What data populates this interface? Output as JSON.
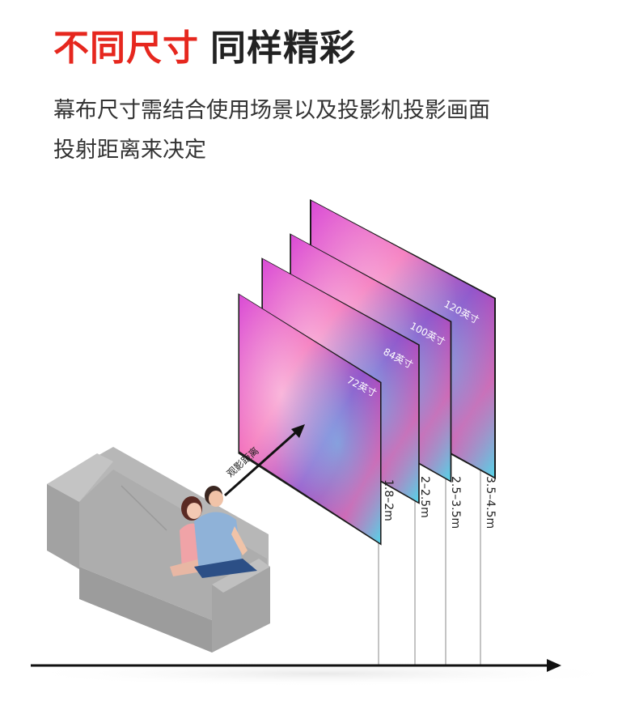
{
  "title": {
    "highlight": "不同尺寸",
    "rest": "同样精彩"
  },
  "subtitle": {
    "line1": "幕布尺寸需结合使用场景以及投影机投影画面",
    "line2": "投射距离来决定"
  },
  "colors": {
    "accent_red": "#e6271e",
    "text_dark": "#222222",
    "screen_pink": "#e24fb8",
    "screen_purple": "#7a3fb0",
    "screen_cyan": "#4fd6e6",
    "sofa_gray": "#a9a9a9"
  },
  "screens": [
    {
      "size_label": "120英寸",
      "distance_label": "3.5–4.5m"
    },
    {
      "size_label": "100英寸",
      "distance_label": "2.5–3.5m"
    },
    {
      "size_label": "84英寸",
      "distance_label": "2–2.5m"
    },
    {
      "size_label": "72英寸",
      "distance_label": "1.8–2m"
    }
  ],
  "viewing_distance_label": "观影距离",
  "illustration": {
    "sofa": "gray-sofa-illustration",
    "viewers": "couple-watching-illustration"
  }
}
